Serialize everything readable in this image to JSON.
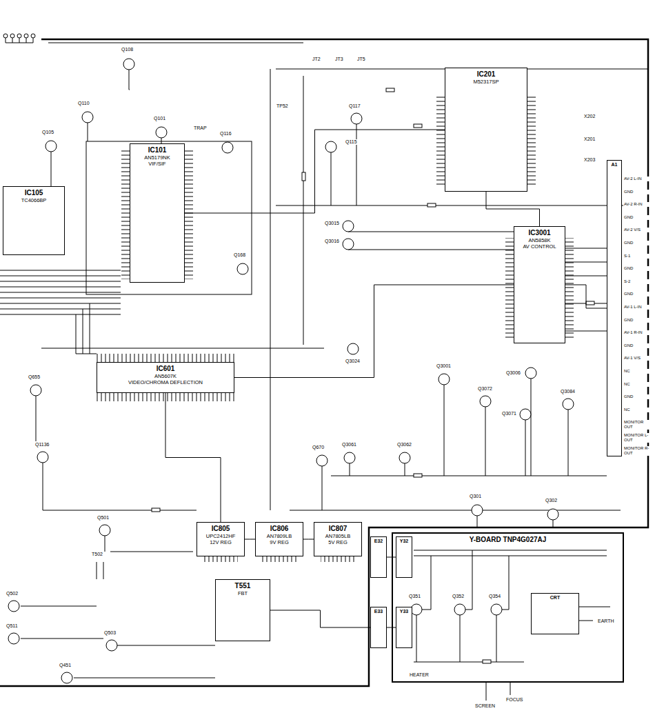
{
  "diagram": {
    "nodes": [
      {
        "text": [
          "IC201",
          "M52317SP"
        ]
      },
      {
        "text": [
          "IC101",
          "AN5179NK",
          "VIF/SIF"
        ]
      },
      {
        "text": [
          "IC105",
          "TC4066BP"
        ]
      },
      {
        "text": [
          "IC3001",
          "AN5858K",
          "AV CONTROL"
        ]
      },
      {
        "text": [
          "A1"
        ]
      },
      {
        "text": [
          "IC601",
          "AN5607K",
          "VIDEO/CHROMA DEFLECTION"
        ]
      },
      {
        "text": [
          "IC805",
          "UPC2412HF",
          "12V REG"
        ]
      },
      {
        "text": [
          "IC806",
          "AN7809LB",
          "9V REG"
        ]
      },
      {
        "text": [
          "IC807",
          "AN7805LB",
          "5V REG"
        ]
      },
      {
        "text": [
          "T551",
          "FBT"
        ]
      },
      {
        "text": [
          "E32"
        ]
      },
      {
        "text": [
          "E33"
        ]
      },
      {
        "text": [
          "Y-BOARD TNP4G027AJ"
        ]
      },
      {
        "text": [
          "Y32"
        ],
        "in": 12
      },
      {
        "text": [
          "Y33"
        ],
        "in": 12
      },
      {
        "text": [
          "CRT"
        ],
        "in": 12
      }
    ],
    "edges": [
      {
        "from": 1,
        "to": 0,
        "arrow": "none"
      },
      {
        "from": 0,
        "to": 3,
        "arrow": "none"
      },
      {
        "from": 3,
        "to": 4,
        "arrow": "none"
      },
      {
        "from": 5,
        "to": 3,
        "arrow": "none"
      },
      {
        "from": 6,
        "to": 7,
        "arrow": "none"
      },
      {
        "from": 7,
        "to": 8,
        "arrow": "none"
      },
      {
        "from": 10,
        "to": 13,
        "arrow": "none"
      },
      {
        "from": 11,
        "to": 14,
        "arrow": "none"
      },
      {
        "from": 9,
        "to": 11,
        "arrow": "none"
      },
      {
        "from": 5,
        "to": 6,
        "arrow": "none"
      }
    ],
    "labels": [
      "Q108",
      "Q110",
      "Q101",
      "Q105",
      "TRAP",
      "Q116",
      "TP52",
      "Q117",
      "Q115",
      "JT2",
      "JT3",
      "JT5",
      "X202",
      "X201",
      "X203",
      "Q168",
      "Q3015",
      "Q3016",
      "Q3024",
      "Q3001",
      "Q3006",
      "Q3072",
      "Q3071",
      "Q3084",
      "Q3061",
      "Q3062",
      "Q670",
      "Q301",
      "Q302",
      "Q655",
      "Q1136",
      "Q501",
      "T502",
      "Q502",
      "Q511",
      "Q503",
      "Q451",
      "Q351",
      "Q352",
      "Q354",
      "HEATER",
      "SCREEN",
      "FOCUS",
      "EARTH",
      "AV-2 L-IN",
      "GND",
      "AV-2 R-IN",
      "GND",
      "AV-2 V/S",
      "GND",
      "S-1",
      "GND",
      "S-2",
      "GND",
      "AV-1 L-IN",
      "GND",
      "AV-1 R-IN",
      "GND",
      "AV-1 V/S",
      "NC",
      "NC",
      "GND",
      "NC",
      "MONITOR OUT",
      "MONITOR L-OUT",
      "MONITOR R-OUT"
    ]
  }
}
